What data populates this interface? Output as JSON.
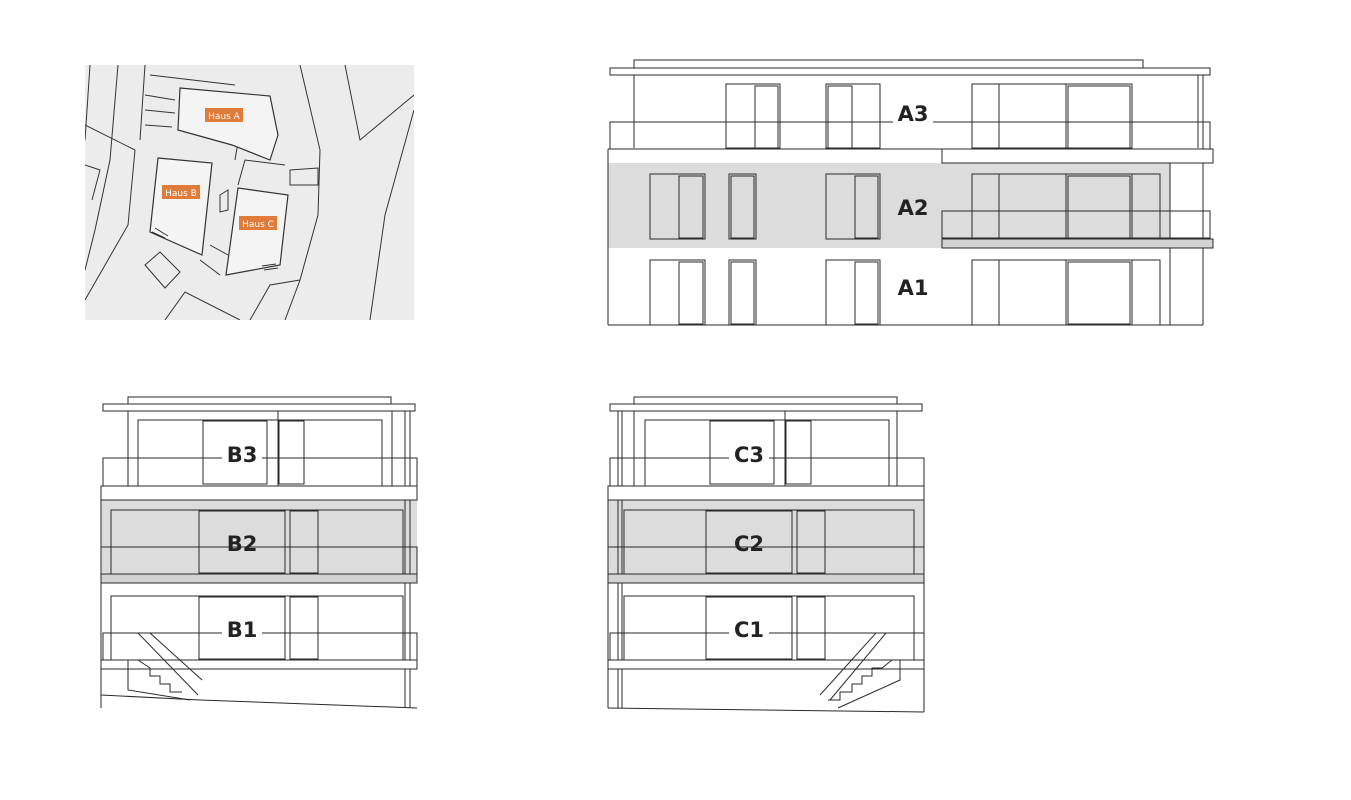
{
  "site_plan": {
    "houses": [
      {
        "label": "Haus A"
      },
      {
        "label": "Haus B"
      },
      {
        "label": "Haus C"
      }
    ],
    "accent_color": "#e07b39"
  },
  "elevations": {
    "house_a": {
      "units": [
        "A3",
        "A2",
        "A1"
      ],
      "highlighted": "A2"
    },
    "house_b": {
      "units": [
        "B3",
        "B2",
        "B1"
      ],
      "highlighted": "B2"
    },
    "house_c": {
      "units": [
        "C3",
        "C2",
        "C1"
      ],
      "highlighted": "C2"
    }
  },
  "colors": {
    "highlight": "#dcdcdc",
    "line": "#2a2a2a",
    "map_bg": "#ececec"
  }
}
